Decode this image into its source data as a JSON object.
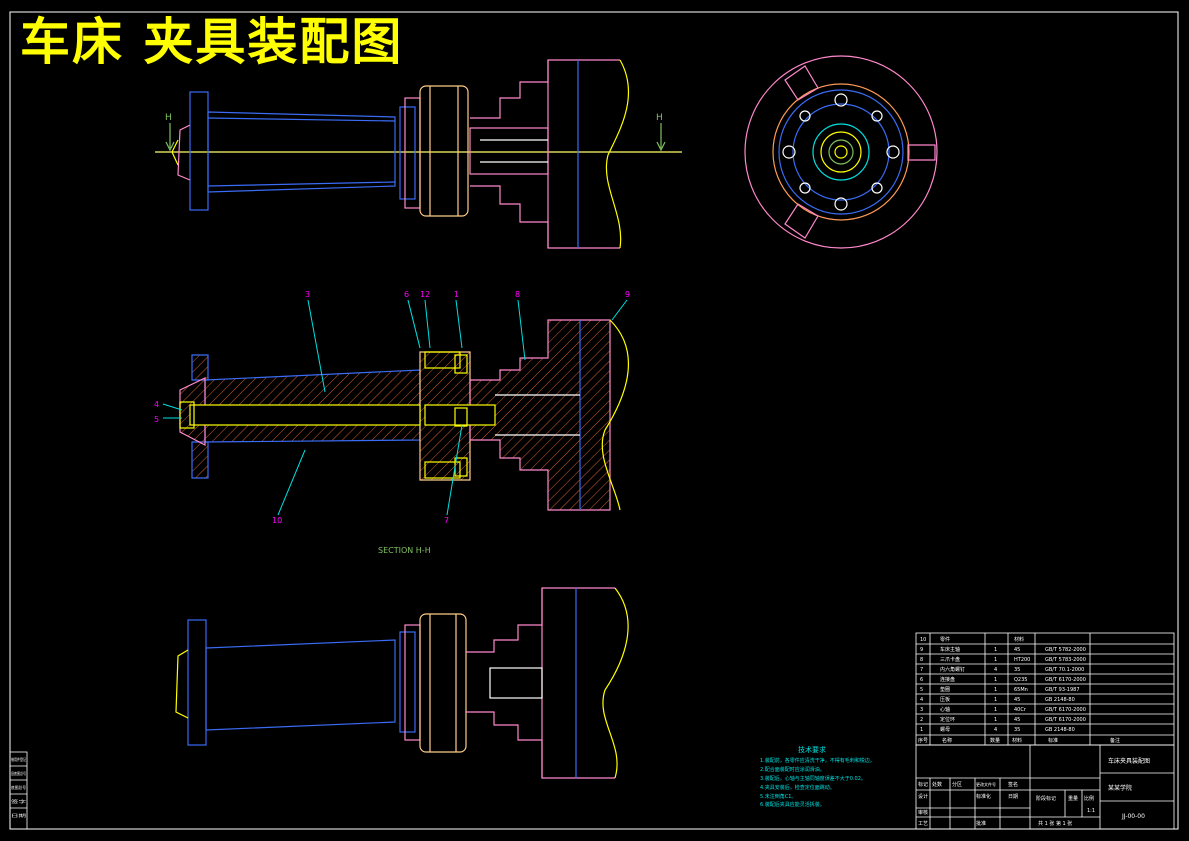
{
  "title": "车床 夹具装配图",
  "section_label": "SECTION H-H",
  "section_mark": "H",
  "balloons": [
    "3",
    "6",
    "12",
    "1",
    "8",
    "9",
    "4",
    "5",
    "10",
    "7"
  ],
  "bom": {
    "rows": [
      {
        "no": "10",
        "name": "零件",
        "qty": "",
        "mat": "材料",
        "std": ""
      },
      {
        "no": "9",
        "name": "车床主轴",
        "qty": "1",
        "mat": "45",
        "std": "GB/T 5782-2000"
      },
      {
        "no": "8",
        "name": "三爪卡盘",
        "qty": "1",
        "mat": "HT200",
        "std": "GB/T 5783-2000"
      },
      {
        "no": "7",
        "name": "内六角螺钉",
        "qty": "4",
        "mat": "35",
        "std": "GB/T 70.1-2000"
      },
      {
        "no": "6",
        "name": "连接盘",
        "qty": "1",
        "mat": "Q235",
        "std": "GB/T 6170-2000"
      },
      {
        "no": "5",
        "name": "垫圈",
        "qty": "1",
        "mat": "65Mn",
        "std": "GB/T 93-1987"
      },
      {
        "no": "4",
        "name": "压板",
        "qty": "1",
        "mat": "45",
        "std": "GB 2148-80"
      },
      {
        "no": "3",
        "name": "心轴",
        "qty": "1",
        "mat": "40Cr",
        "std": "GB/T 6170-2000"
      },
      {
        "no": "2",
        "name": "定位环",
        "qty": "1",
        "mat": "45",
        "std": "GB/T 6170-2000"
      },
      {
        "no": "1",
        "name": "螺母",
        "qty": "4",
        "mat": "35",
        "std": "GB 2148-80"
      }
    ],
    "header": {
      "no": "序号",
      "name": "名称",
      "qty": "数量",
      "mat": "材料",
      "std": "标准",
      "note": "备注"
    }
  },
  "title_block": {
    "drawing_name": "车床夹具装配图",
    "company": "某某学院",
    "drawing_no": "JJ-00-00",
    "scale": "1:1",
    "sheet": "共 1 张  第 1 张",
    "labels": {
      "design": "设计",
      "check": "审核",
      "process": "工艺",
      "approve": "批准",
      "standardize": "标准化",
      "date": "日期",
      "marks": "标记",
      "count": "处数",
      "zone": "分区",
      "doc_no": "更改文件号",
      "signature": "签名",
      "stage": "阶段标记",
      "weight": "重量",
      "ratio": "比例"
    }
  },
  "tech_req": {
    "heading": "技术要求",
    "lines": [
      "1.装配前，各零件应清洗干净，不得有毛刺和锐边。",
      "2.配合面装配时应涂润滑油。",
      "3.装配后，心轴与主轴同轴度误差不大于0.02。",
      "4.夹具安装后，检查定位面跳动。",
      "5.未注倒角C1。",
      "6.装配后夹具应能灵活拆装。"
    ]
  },
  "side_table": {
    "rows": [
      "借用件登记",
      "旧底图总号",
      "底图总号",
      "签字",
      "日期"
    ]
  },
  "colors": {
    "background": "#000000",
    "title": "#ffff00",
    "outline_blue": "#3a6cf5",
    "pink": "#ff88cc",
    "magenta": "#ff00ff",
    "cyan": "#00e0e0",
    "yellow": "#ffff00",
    "white": "#ffffff",
    "green": "#80c060",
    "orange": "#ff9955",
    "hatch": "#ff8040"
  }
}
